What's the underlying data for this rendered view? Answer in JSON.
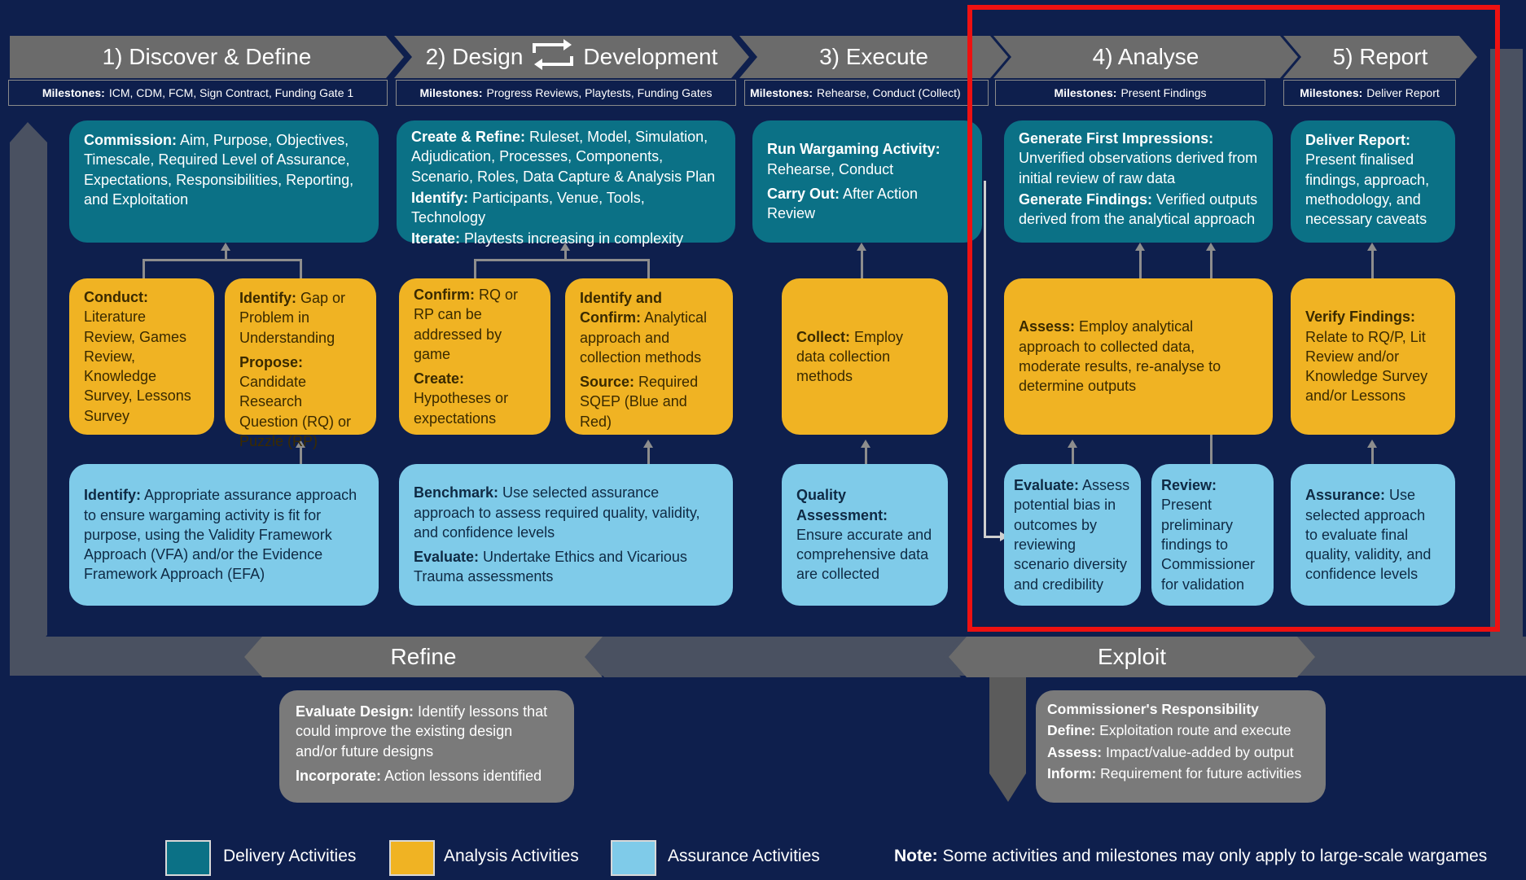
{
  "phases": [
    {
      "label": "1) Discover & Define"
    },
    {
      "label_left": "2) Design",
      "label_right": "Development"
    },
    {
      "label": "3) Execute"
    },
    {
      "label": "4) Analyse"
    },
    {
      "label": "5) Report"
    }
  ],
  "milestones": [
    {
      "key": "Milestones:",
      "text": "ICM, CDM, FCM, Sign Contract, Funding Gate 1"
    },
    {
      "key": "Milestones:",
      "text": "Progress Reviews, Playtests, Funding Gates"
    },
    {
      "key": "Milestones:",
      "text": "Rehearse, Conduct (Collect)"
    },
    {
      "key": "Milestones:",
      "text": "Present Findings"
    },
    {
      "key": "Milestones:",
      "text": "Deliver Report"
    }
  ],
  "boxes": {
    "commission": {
      "k1": "Commission:",
      "t1": " Aim, Purpose, Objectives, Timescale, Required Level of Assurance, Expectations, Responsibilities, Reporting, and Exploitation"
    },
    "conduct": {
      "k1": "Conduct:",
      "t1": "Literature Review, Games Review, Knowledge Survey, Lessons Survey"
    },
    "identify_gap": {
      "k1": "Identify:",
      "t1": " Gap or Problem in Understanding",
      "k2": "Propose:",
      "t2": " Candidate Research Question (RQ) or Puzzle (RP)"
    },
    "identify_assurance": {
      "k1": "Identify:",
      "t1": " Appropriate assurance approach to ensure wargaming activity is fit for purpose, using the Validity Framework Approach (VFA) and/or the Evidence Framework Approach (EFA)"
    },
    "create_refine": {
      "k1": "Create & Refine:",
      "t1": " Ruleset, Model, Simulation, Adjudication, Processes, Components, Scenario, Roles, Data Capture & Analysis Plan",
      "k2": "Identify:",
      "t2": " Participants, Venue, Tools, Technology",
      "k3": "Iterate:",
      "t3": " Playtests increasing in complexity"
    },
    "confirm": {
      "k1": "Confirm:",
      "t1": " RQ or RP can be addressed by game",
      "k2": "Create:",
      "t2": " Hypotheses or expectations"
    },
    "identify_confirm": {
      "k1": "Identify and Confirm:",
      "t1": " Analytical approach and collection methods",
      "k2": "Source:",
      "t2": " Required SQEP (Blue and Red)"
    },
    "benchmark": {
      "k1": "Benchmark:",
      "t1": " Use selected assurance approach to assess required quality, validity, and confidence levels",
      "k2": "Evaluate:",
      "t2": " Undertake Ethics and Vicarious Trauma assessments"
    },
    "run_wargaming": {
      "k1": "Run Wargaming Activity:",
      "t1": " Rehearse, Conduct",
      "k2": "Carry Out:",
      "t2": " After Action Review"
    },
    "collect": {
      "k1": "Collect:",
      "t1": " Employ data collection methods"
    },
    "quality": {
      "k1": "Quality Assessment:",
      "t1": " Ensure accurate and comprehensive data are collected"
    },
    "first_impressions": {
      "k1": "Generate First Impressions:",
      "t1": " Unverified observations derived from initial review of raw data",
      "k2": "Generate Findings:",
      "t2": " Verified outputs derived from the analytical approach"
    },
    "assess": {
      "k1": "Assess:",
      "t1": " Employ analytical approach to collected data, moderate results, re-analyse to determine outputs"
    },
    "evaluate_bias": {
      "k1": "Evaluate:",
      "t1": " Assess potential bias in outcomes by reviewing scenario diversity and credibility"
    },
    "review": {
      "k1": "Review:",
      "t1": " Present preliminary findings to Commissioner for validation"
    },
    "deliver_report": {
      "k1": "Deliver Report:",
      "t1": " Present finalised findings, approach, methodology, and necessary caveats"
    },
    "verify": {
      "k1": "Verify Findings:",
      "t1": " Relate to RQ/P, Lit Review and/or Knowledge Survey and/or Lessons"
    },
    "assurance": {
      "k1": "Assurance:",
      "t1": " Use selected approach to evaluate final quality, validity, and confidence levels"
    },
    "evaluate_design": {
      "k1": "Evaluate Design:",
      "t1": " Identify lessons that could improve the existing design and/or future designs",
      "k2": "Incorporate:",
      "t2": " Action lessons identified"
    },
    "commissioner": {
      "k0": "Commissioner's Responsibility",
      "k1": "Define:",
      "t1": " Exploitation route and execute",
      "k2": "Assess:",
      "t2": " Impact/value-added by output",
      "k3": "Inform:",
      "t3": " Requirement for future activities"
    }
  },
  "bands": {
    "refine": "Refine",
    "exploit": "Exploit"
  },
  "legend": [
    {
      "label": "Delivery Activities",
      "color": "#0b7186"
    },
    {
      "label": "Analysis Activities",
      "color": "#f0b323"
    },
    {
      "label": "Assurance Activities",
      "color": "#7fcbe9"
    }
  ],
  "note": {
    "key": "Note:",
    "text": " Some activities and milestones may only apply to large-scale wargames"
  },
  "highlight_color": "#ee1111"
}
